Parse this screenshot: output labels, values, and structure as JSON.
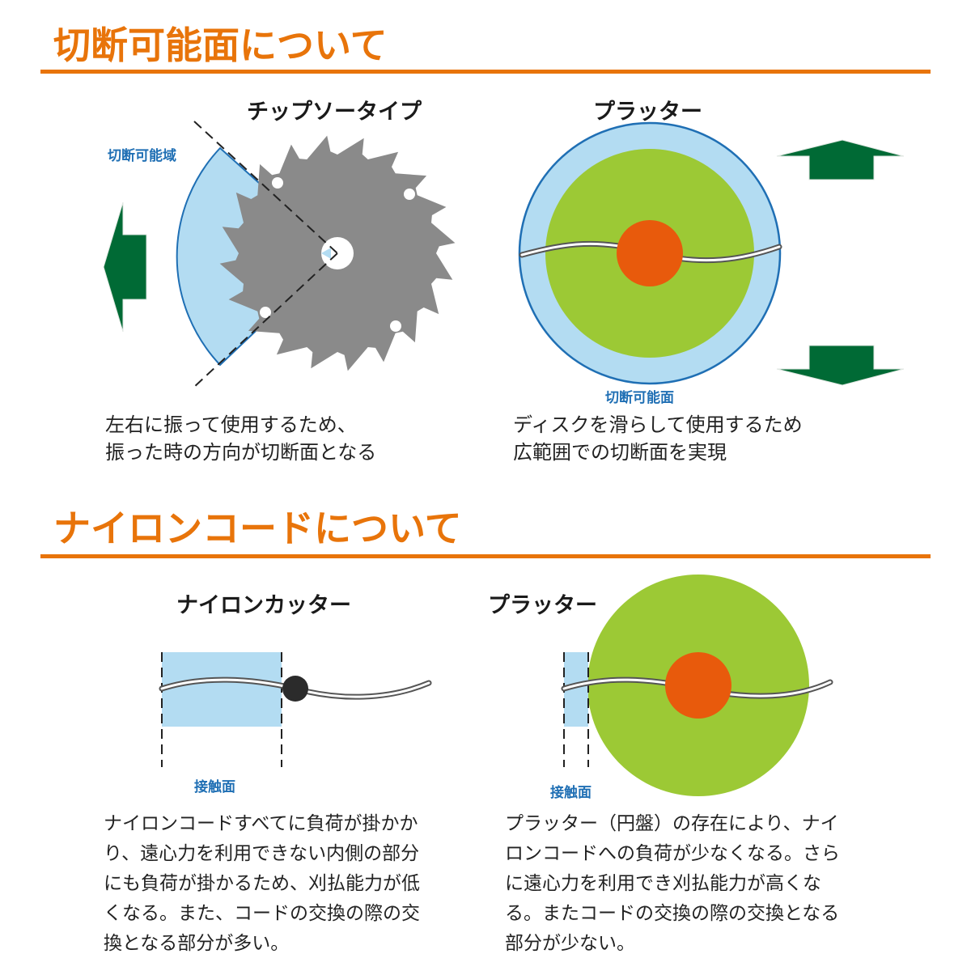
{
  "section1": {
    "title": "切断可能面について",
    "tipsaw": {
      "title": "チップソータイプ",
      "area_label": "切断可能域",
      "desc": [
        "左右に振って使用するため、",
        "振った時の方向が切断面となる"
      ]
    },
    "platter": {
      "title": "プラッター",
      "area_label": "切断可能面",
      "desc": [
        "ディスクを滑らして使用するため",
        "広範囲での切断面を実現"
      ]
    }
  },
  "section2": {
    "title": "ナイロンコードについて",
    "nylon": {
      "title": "ナイロンカッター",
      "contact_label": "接触面",
      "desc": [
        "ナイロンコードすべてに負荷が掛かか",
        "り、遠心力を利用できない内側の部分",
        "にも負荷が掛かるため、刈払能力が低",
        "くなる。また、コードの交換の際の交",
        "換となる部分が多い。"
      ]
    },
    "platter": {
      "title": "プラッター",
      "contact_label": "接触面",
      "desc": [
        "プラッター（円盤）の存在により、ナイ",
        "ロンコードへの負荷が少なくなる。さら",
        "に遠心力を利用でき刈払能力が高くな",
        "る。またコードの交換の際の交換となる",
        "部分が少ない。"
      ]
    }
  },
  "colors": {
    "accent": "#e8740a",
    "label_blue": "#1f6fb4",
    "light_blue": "#b3dcf2",
    "green": "#9cc935",
    "orange": "#e85a0c",
    "arrow_green": "#006a35",
    "blade_gray": "#8a8a8a"
  }
}
